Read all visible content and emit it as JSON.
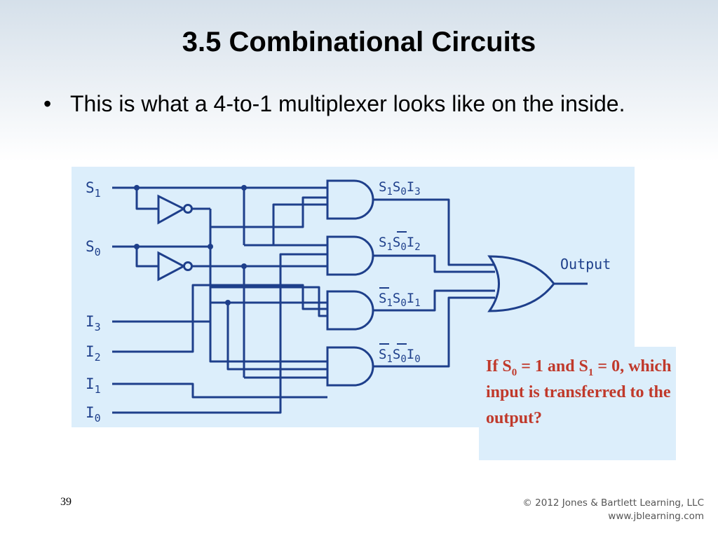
{
  "slide": {
    "title": "3.5 Combinational Circuits",
    "bullet": "This is what a 4-to-1 multiplexer looks like on the inside.",
    "page_number": "39"
  },
  "diagram": {
    "inputs": [
      "S",
      "S",
      "I",
      "I",
      "I",
      "I"
    ],
    "input_subscripts": [
      "1",
      "0",
      "3",
      "2",
      "1",
      "0"
    ],
    "gate_terms": [
      {
        "a": "S",
        "a_sub": "1",
        "b": "S",
        "b_sub": "0",
        "c": "I",
        "c_sub": "3",
        "a_bar": false,
        "b_bar": false
      },
      {
        "a": "S",
        "a_sub": "1",
        "b": "S",
        "b_sub": "0",
        "c": "I",
        "c_sub": "2",
        "a_bar": false,
        "b_bar": true
      },
      {
        "a": "S",
        "a_sub": "1",
        "b": "S",
        "b_sub": "0",
        "c": "I",
        "c_sub": "1",
        "a_bar": true,
        "b_bar": false
      },
      {
        "a": "S",
        "a_sub": "1",
        "b": "S",
        "b_sub": "0",
        "c": "I",
        "c_sub": "0",
        "a_bar": true,
        "b_bar": true
      }
    ],
    "output_label": "Output",
    "colors": {
      "wire": "#1e3f8b",
      "panel": "#dceefb"
    }
  },
  "question": {
    "p1": "If S",
    "sub1": "0",
    "p2": " = 1 and S",
    "sub2": "1",
    "p3": " = 0, which input is transferred to the output?",
    "color": "#c0392b"
  },
  "footer": {
    "copyright_line1": "© 2012 Jones & Bartlett Learning, LLC",
    "copyright_line2": "www.jblearning.com"
  }
}
